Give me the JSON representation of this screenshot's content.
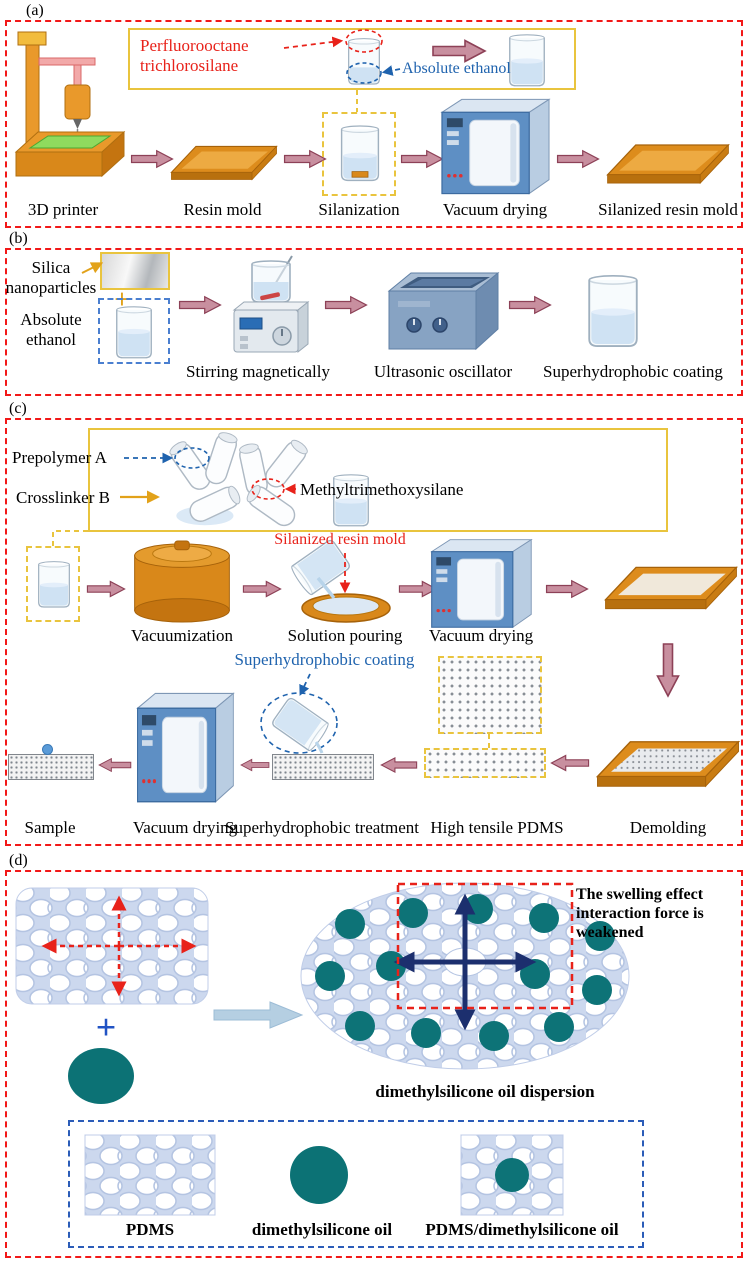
{
  "figure": {
    "panel_a": {
      "tag": "(a)",
      "chemical": "Perfluorooctane trichlorosilane",
      "absolute_ethanol": "Absolute ethanol",
      "step_printer": "3D printer",
      "step_resin_mold": "Resin mold",
      "step_silanization": "Silanization",
      "step_vacuum_drying": "Vacuum drying",
      "step_silanized_mold": "Silanized resin mold"
    },
    "panel_b": {
      "tag": "(b)",
      "silica": "Silica nanoparticles",
      "plus": "+",
      "absolute_ethanol": "Absolute ethanol",
      "step_stirring": "Stirring magnetically",
      "step_ultrasonic": "Ultrasonic oscillator",
      "step_coating": "Superhydrophobic coating"
    },
    "panel_c": {
      "tag": "(c)",
      "prepolymer": "Prepolymer A",
      "crosslinker": "Crosslinker B",
      "silane": "Methyltrimethoxysilane",
      "silanized_mold": "Silanized resin mold",
      "step_vacuumization": "Vacuumization",
      "step_pouring": "Solution pouring",
      "step_vacuum_drying_1": "Vacuum drying",
      "coating": "Superhydrophobic coating",
      "step_sample": "Sample",
      "step_vacuum_drying_2": "Vacuum drying",
      "step_treatment": "Superhydrophobic treatment",
      "step_pdms": "High tensile PDMS",
      "step_demolding": "Demolding"
    },
    "panel_d": {
      "tag": "(d)",
      "plus": "+",
      "note": "The swelling effect interaction force is weakened",
      "dispersion": "dimethylsilicone oil dispersion",
      "legend_pdms": "PDMS",
      "legend_oil": "dimethylsilicone oil",
      "legend_mix": "PDMS/dimethylsilicone oil"
    },
    "colors": {
      "panel_border": "#f21818",
      "accent_yellow": "#e9c43e",
      "arrow_fill": "#c88f9f",
      "arrow_stroke": "#8d4157",
      "orange": "#d9881a",
      "oven_blue": "#5e8fc4",
      "teal": "#0c7275",
      "mesh_blue": "#ccd8ee",
      "navy": "#1c2f6e",
      "text_blue": "#1f63ae",
      "text_red": "#e8221a"
    }
  }
}
